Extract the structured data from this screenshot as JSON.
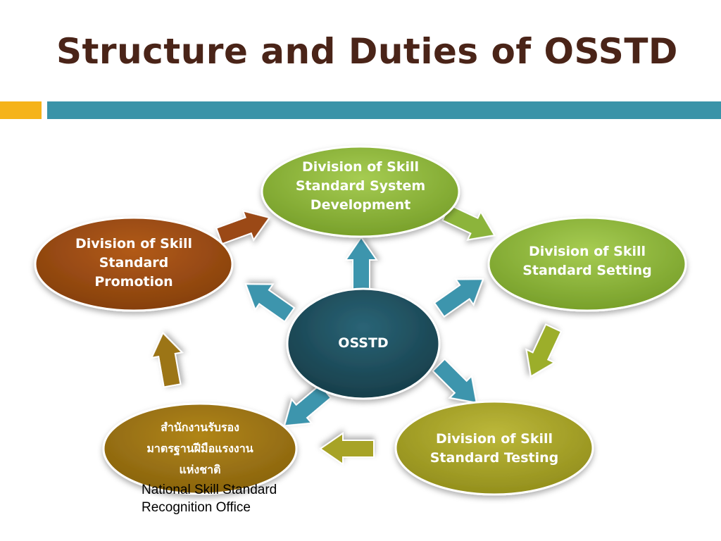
{
  "slide": {
    "title": "Structure and Duties of OSSTD"
  },
  "colors": {
    "title": "#4a2418",
    "bar_accent": "#f5b31a",
    "bar_main": "#3a93a8",
    "center": "#1e4d5b",
    "green": "#8cb43a",
    "olive": "#a7a328",
    "brown": "#9b4a12",
    "ochre": "#9c7413",
    "teal_arrow": "#3c95ad"
  },
  "diagram": {
    "center": {
      "label": "OSSTD"
    },
    "system_development": {
      "lines": [
        "Division of Skill",
        "Standard System",
        "Development"
      ]
    },
    "setting": {
      "lines": [
        "Division of Skill",
        "Standard Setting"
      ]
    },
    "testing": {
      "lines": [
        "Division of Skill",
        "Standard Testing"
      ]
    },
    "recognition": {
      "lines": [
        "สำนักงานรับรอง",
        "มาตรฐานฝีมือแรงงาน",
        "แห่งชาติ"
      ]
    },
    "promotion": {
      "lines": [
        "Division of Skill",
        "Standard",
        "Promotion"
      ]
    }
  },
  "caption": {
    "lines": [
      "National Skill Standard",
      "Recognition Office"
    ]
  }
}
